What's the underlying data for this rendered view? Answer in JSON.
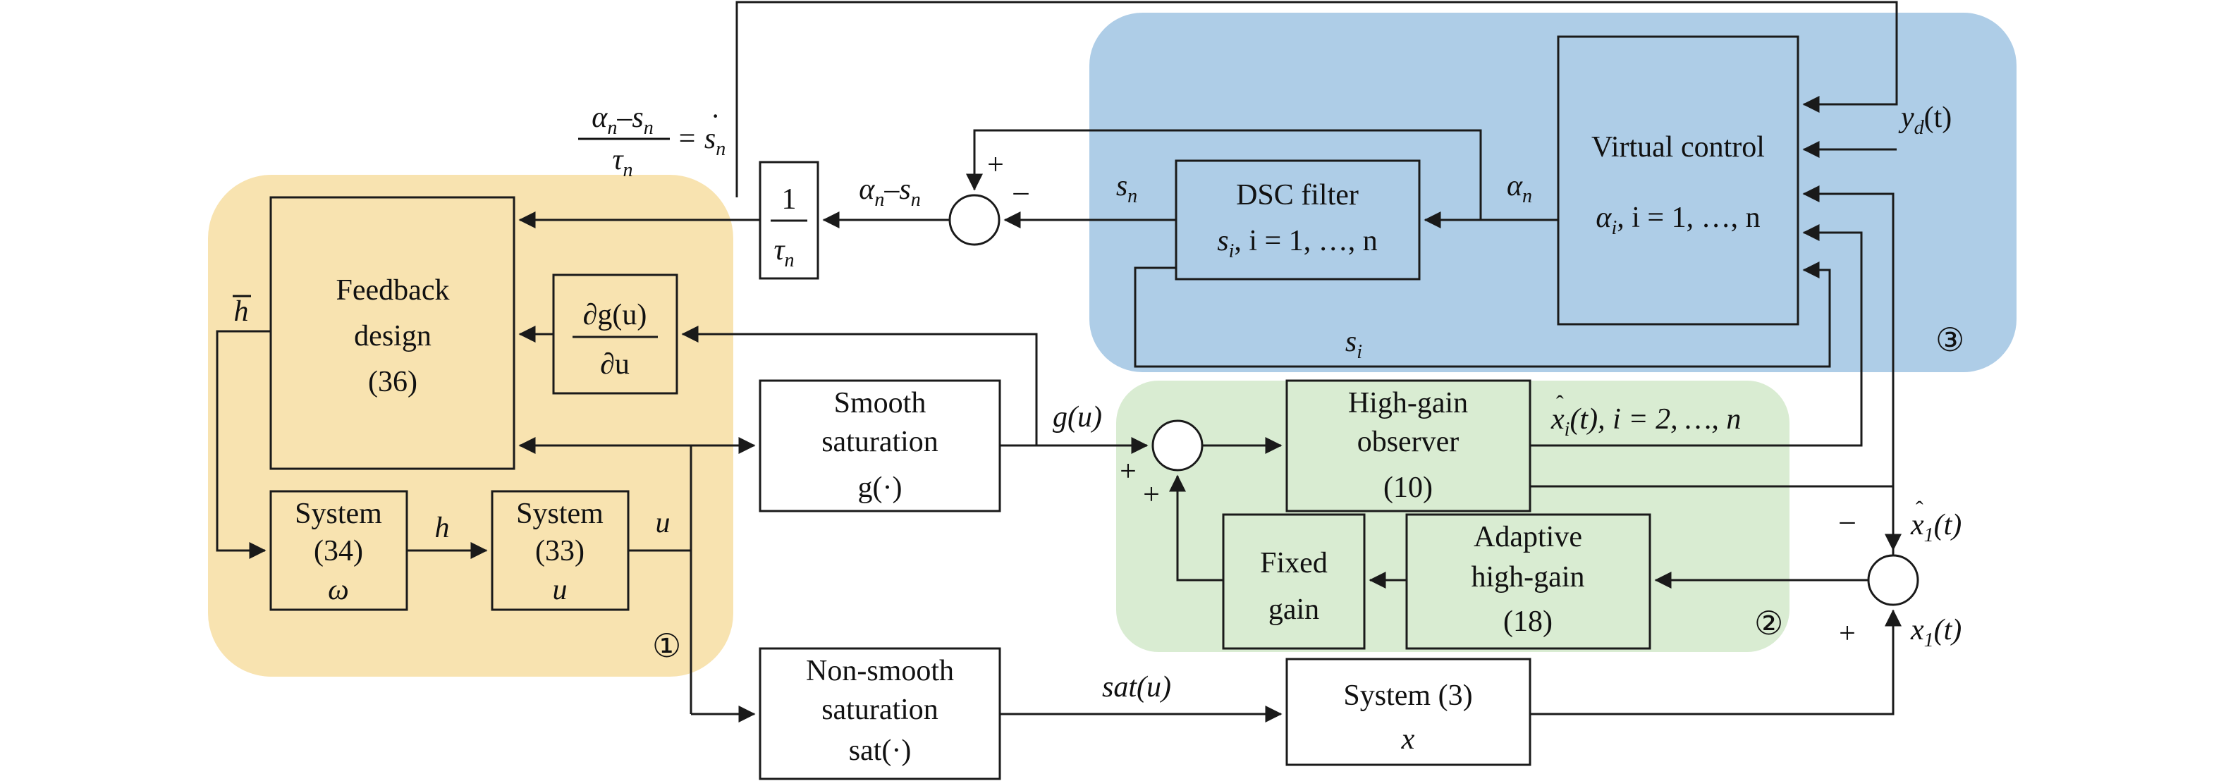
{
  "colors": {
    "region_1_fill": "#f8e3b0",
    "region_2_fill": "#d9ecd2",
    "region_3_fill": "#aecde7",
    "stroke": "#1a1a1a"
  },
  "regions": {
    "r1_mark": "①",
    "r2_mark": "②",
    "r3_mark": "③"
  },
  "blocks": {
    "feedback": [
      "Feedback",
      "design",
      "(36)"
    ],
    "gradient": {
      "num": "∂g(u)",
      "den": "∂u"
    },
    "system34": [
      "System",
      "(34)",
      "ω"
    ],
    "system33": [
      "System",
      "(33)",
      "u"
    ],
    "gain": {
      "num": "1",
      "den": "τ",
      "den_sub": "n"
    },
    "smooth_sat": [
      "Smooth",
      "saturation",
      "g(·)"
    ],
    "nonsmooth_sat": [
      "Non-smooth",
      "saturation",
      "sat(·)"
    ],
    "dsc": {
      "line1": "DSC filter",
      "line2_main": "s",
      "line2_sub": "i",
      "line2_rest": ", i = 1, …, n"
    },
    "virtual": {
      "line1": "Virtual control",
      "line2_main": "α",
      "line2_sub": "i",
      "line2_rest": ", i = 1, …, n"
    },
    "observer": [
      "High-gain",
      "observer",
      "(10)"
    ],
    "adaptive": [
      "Adaptive",
      "high-gain",
      "(18)"
    ],
    "fixed": [
      "Fixed",
      "gain"
    ],
    "system3": [
      "System (3)",
      "x"
    ]
  },
  "signals": {
    "h_bar": "h",
    "h": "h",
    "u": "u",
    "g_u": "g(u)",
    "sat_u": "sat(u)",
    "s_n": {
      "main": "s",
      "sub": "n"
    },
    "s_i": {
      "main": "s",
      "sub": "i"
    },
    "alpha_n": {
      "main": "α",
      "sub": "n"
    },
    "diff_label": {
      "a": "α",
      "a_sub": "n",
      "op": "–",
      "s": "s",
      "s_sub": "n"
    },
    "yd": {
      "main": "y",
      "sub": "d",
      "rest": "(t)"
    },
    "xhat_i": {
      "main": "x",
      "sub": "i",
      "rest": "(t), i = 2, …, n"
    },
    "xhat_1": {
      "main": "x",
      "sub": "1",
      "rest": "(t)"
    },
    "x1": {
      "main": "x",
      "sub": "1",
      "rest": "(t)"
    },
    "top_eq": {
      "num_a": "α",
      "num_a_sub": "n",
      "op": "–",
      "num_s": "s",
      "num_s_sub": "n",
      "den": "τ",
      "den_sub": "n",
      "rhs": "= s",
      "rhs_sub": "n"
    }
  },
  "signs": {
    "plus": "+",
    "minus": "–"
  }
}
